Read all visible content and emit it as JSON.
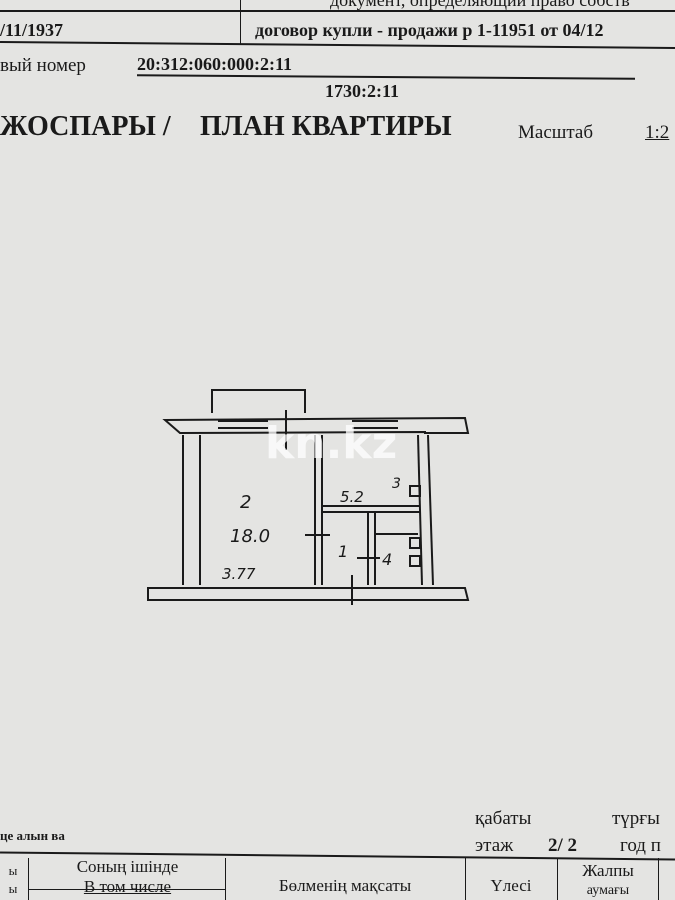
{
  "header": {
    "top_right_partial": "документ, определяющий право собств",
    "date_partial": "/11/1937",
    "contract": "договор купли - продажи р 1-11951 от 04/12",
    "number_label": "вый номер",
    "cadastral_number": "20:312:060:000:2:11",
    "sub_number": "1730:2:11"
  },
  "title": {
    "kz": "ЖОСПАРЫ /",
    "ru": "ПЛАН КВАРТИРЫ",
    "scale_label": "Масштаб",
    "scale_value": "1:2"
  },
  "plan": {
    "watermark": "kn.kz",
    "room_labels": [
      "2",
      "18.0",
      "3.77",
      "3",
      "5.2",
      "1",
      "4"
    ]
  },
  "footer": {
    "floor_label_kz": "қабаты",
    "year_label_kz": "түрғы",
    "floor_label_ru": "этаж",
    "floor_value": "2/ 2",
    "year_label_ru": "год п",
    "left_caption": "це алын ва",
    "table_headers": {
      "col_left": "ы\nы",
      "incl_kz": "Соның ішінде",
      "incl_ru": "В том числе",
      "purpose": "Бөлменің мақсаты",
      "share": "Үлесі",
      "total_kz": "Жалпы",
      "total_kz2": "аумағы"
    }
  }
}
